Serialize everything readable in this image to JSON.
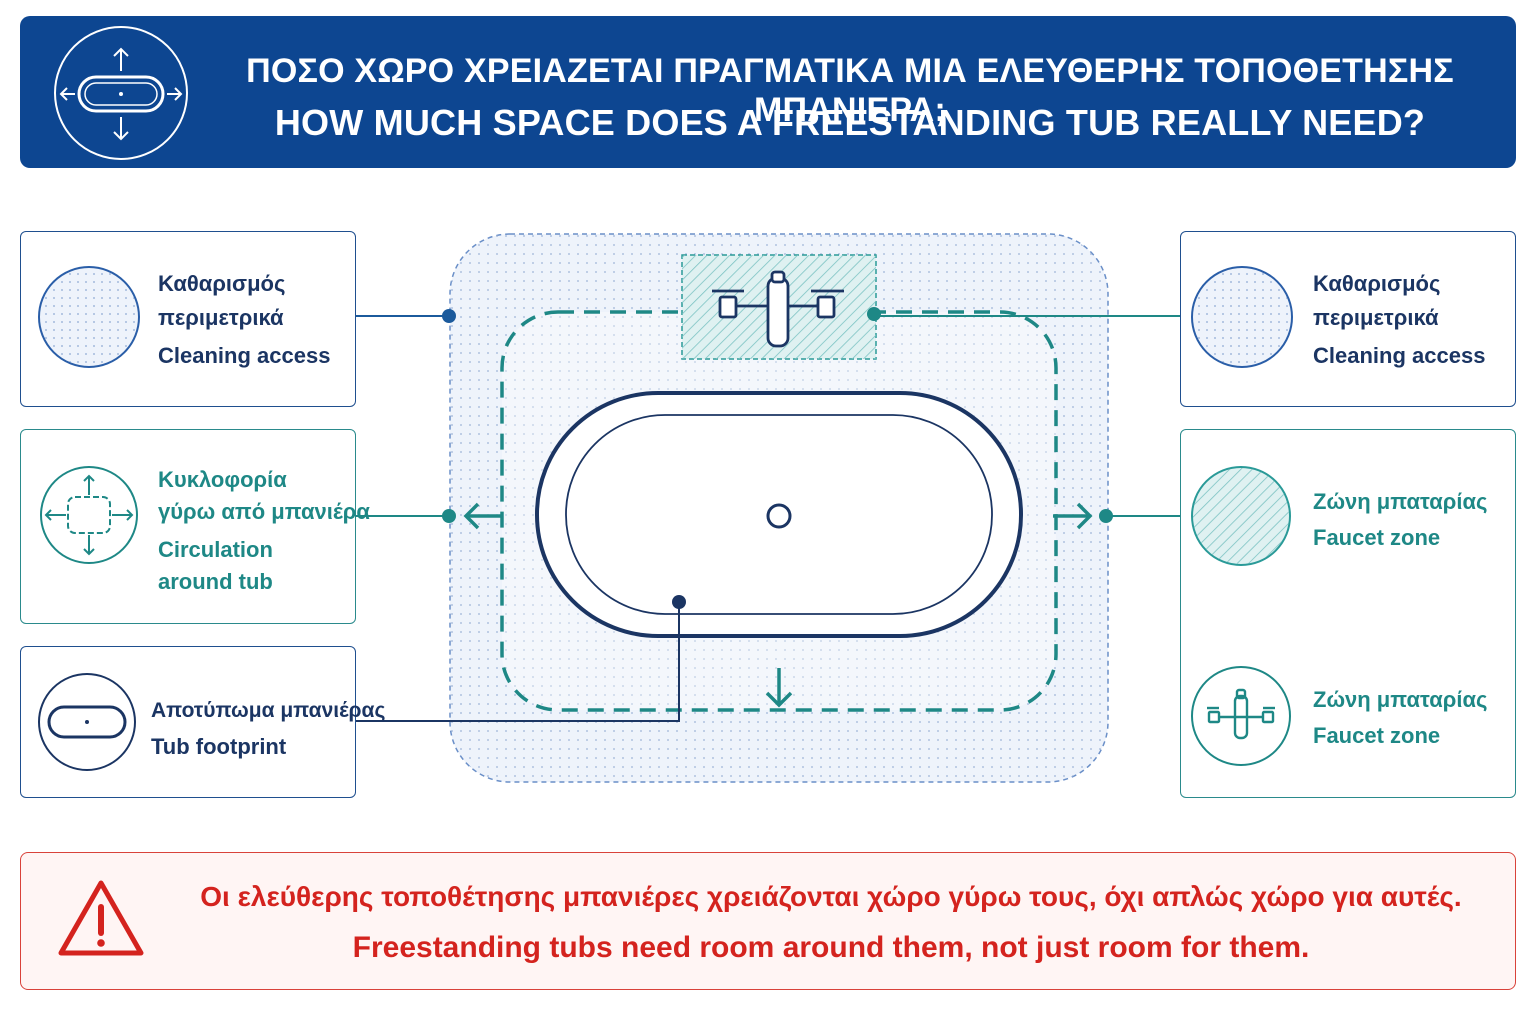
{
  "header": {
    "title_gr": "ΠΟΣΟ ΧΩΡΟ ΧΡΕΙΑΖΕΤΑΙ ΠΡΑΓΜΑΤΙΚΑ ΜΙΑ ΕΛΕΥΘΕΡΗΣ ΤΟΠΟΘΕΤΗΣΗΣ ΜΠΑΝΙΕΡΑ;",
    "title_en": "HOW MUCH SPACE DOES A FREESTANDING TUB REALLY NEED?",
    "icon": "tub-expand-icon"
  },
  "left_cards": [
    {
      "line1": "Καθαρισμός",
      "line2": "περιμετρικά",
      "line3": "Cleaning access",
      "icon": "dotted-circle-icon"
    },
    {
      "line1": "Κυκλοφορία",
      "line2": "γύρω από μπανιέρα",
      "line3": "Circulation",
      "line4": "around tub",
      "icon": "circulation-arrows-icon"
    },
    {
      "line1": "Αποτύπωμα μπανιέρας",
      "line2": "Tub footprint",
      "icon": "tub-footprint-icon"
    }
  ],
  "right_cards": [
    {
      "line1": "Καθαρισμός",
      "line2": "περιμετρικά",
      "line3": "Cleaning access",
      "icon": "dotted-circle-icon"
    },
    {
      "line1": "Ζώνη μπαταρίας",
      "line2": "Faucet zone",
      "icon": "hatched-circle-icon"
    },
    {
      "line1": "Ζώνη μπαταρίας",
      "line2": "Faucet zone",
      "icon": "faucet-icon"
    }
  ],
  "warning": {
    "text_gr": "Οι ελεύθερης τοποθέτησης μπανιέρες χρειάζονται χώρο γύρω τους, όχι απλώς χώρο για αυτές.",
    "text_en": "Freestanding tubs need room around them, not just room for them.",
    "icon": "warning-triangle-icon"
  },
  "colors": {
    "navy": "#0d4691",
    "dark_blue": "#1b3563",
    "teal": "#1e8886",
    "red": "#d4231e",
    "zone_fill": "#eef3fb"
  }
}
